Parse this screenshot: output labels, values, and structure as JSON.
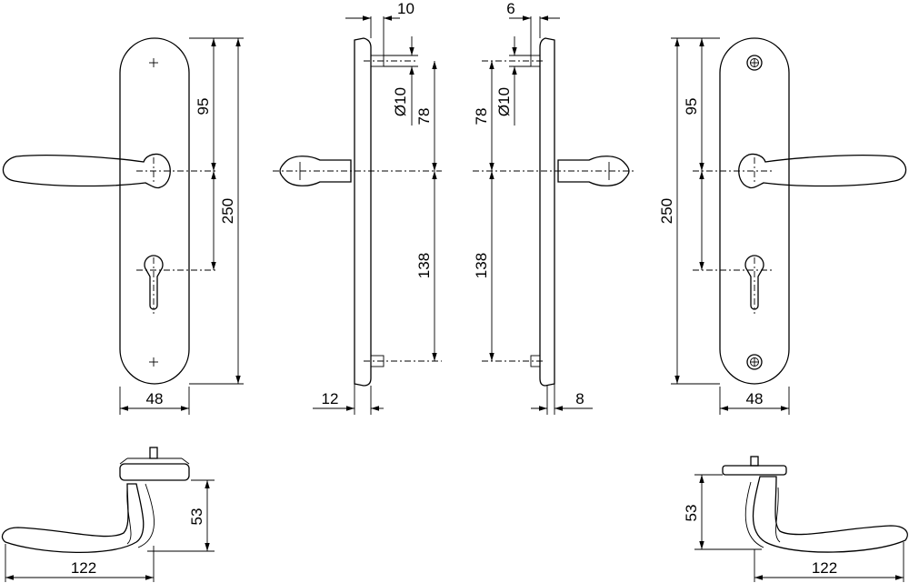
{
  "dimensions": {
    "front_left": {
      "top_to_spindle": "95",
      "total_height": "250",
      "width": "48"
    },
    "side_left": {
      "screw_offset": "10",
      "screw_diameter": "Ø10",
      "spindle_to_top_screw": "78",
      "spindle_to_bottom_screw": "138",
      "thickness": "12"
    },
    "side_right": {
      "screw_offset": "6",
      "screw_diameter": "Ø10",
      "spindle_to_top_screw": "78",
      "spindle_to_bottom_screw": "138",
      "thickness": "8"
    },
    "front_right": {
      "top_to_spindle": "95",
      "total_height": "250",
      "width": "48"
    },
    "top_left": {
      "handle_projection": "53",
      "handle_length": "122"
    },
    "top_right": {
      "handle_projection": "53",
      "handle_length": "122"
    }
  },
  "colors": {
    "line": "#000000",
    "background": "#ffffff"
  }
}
